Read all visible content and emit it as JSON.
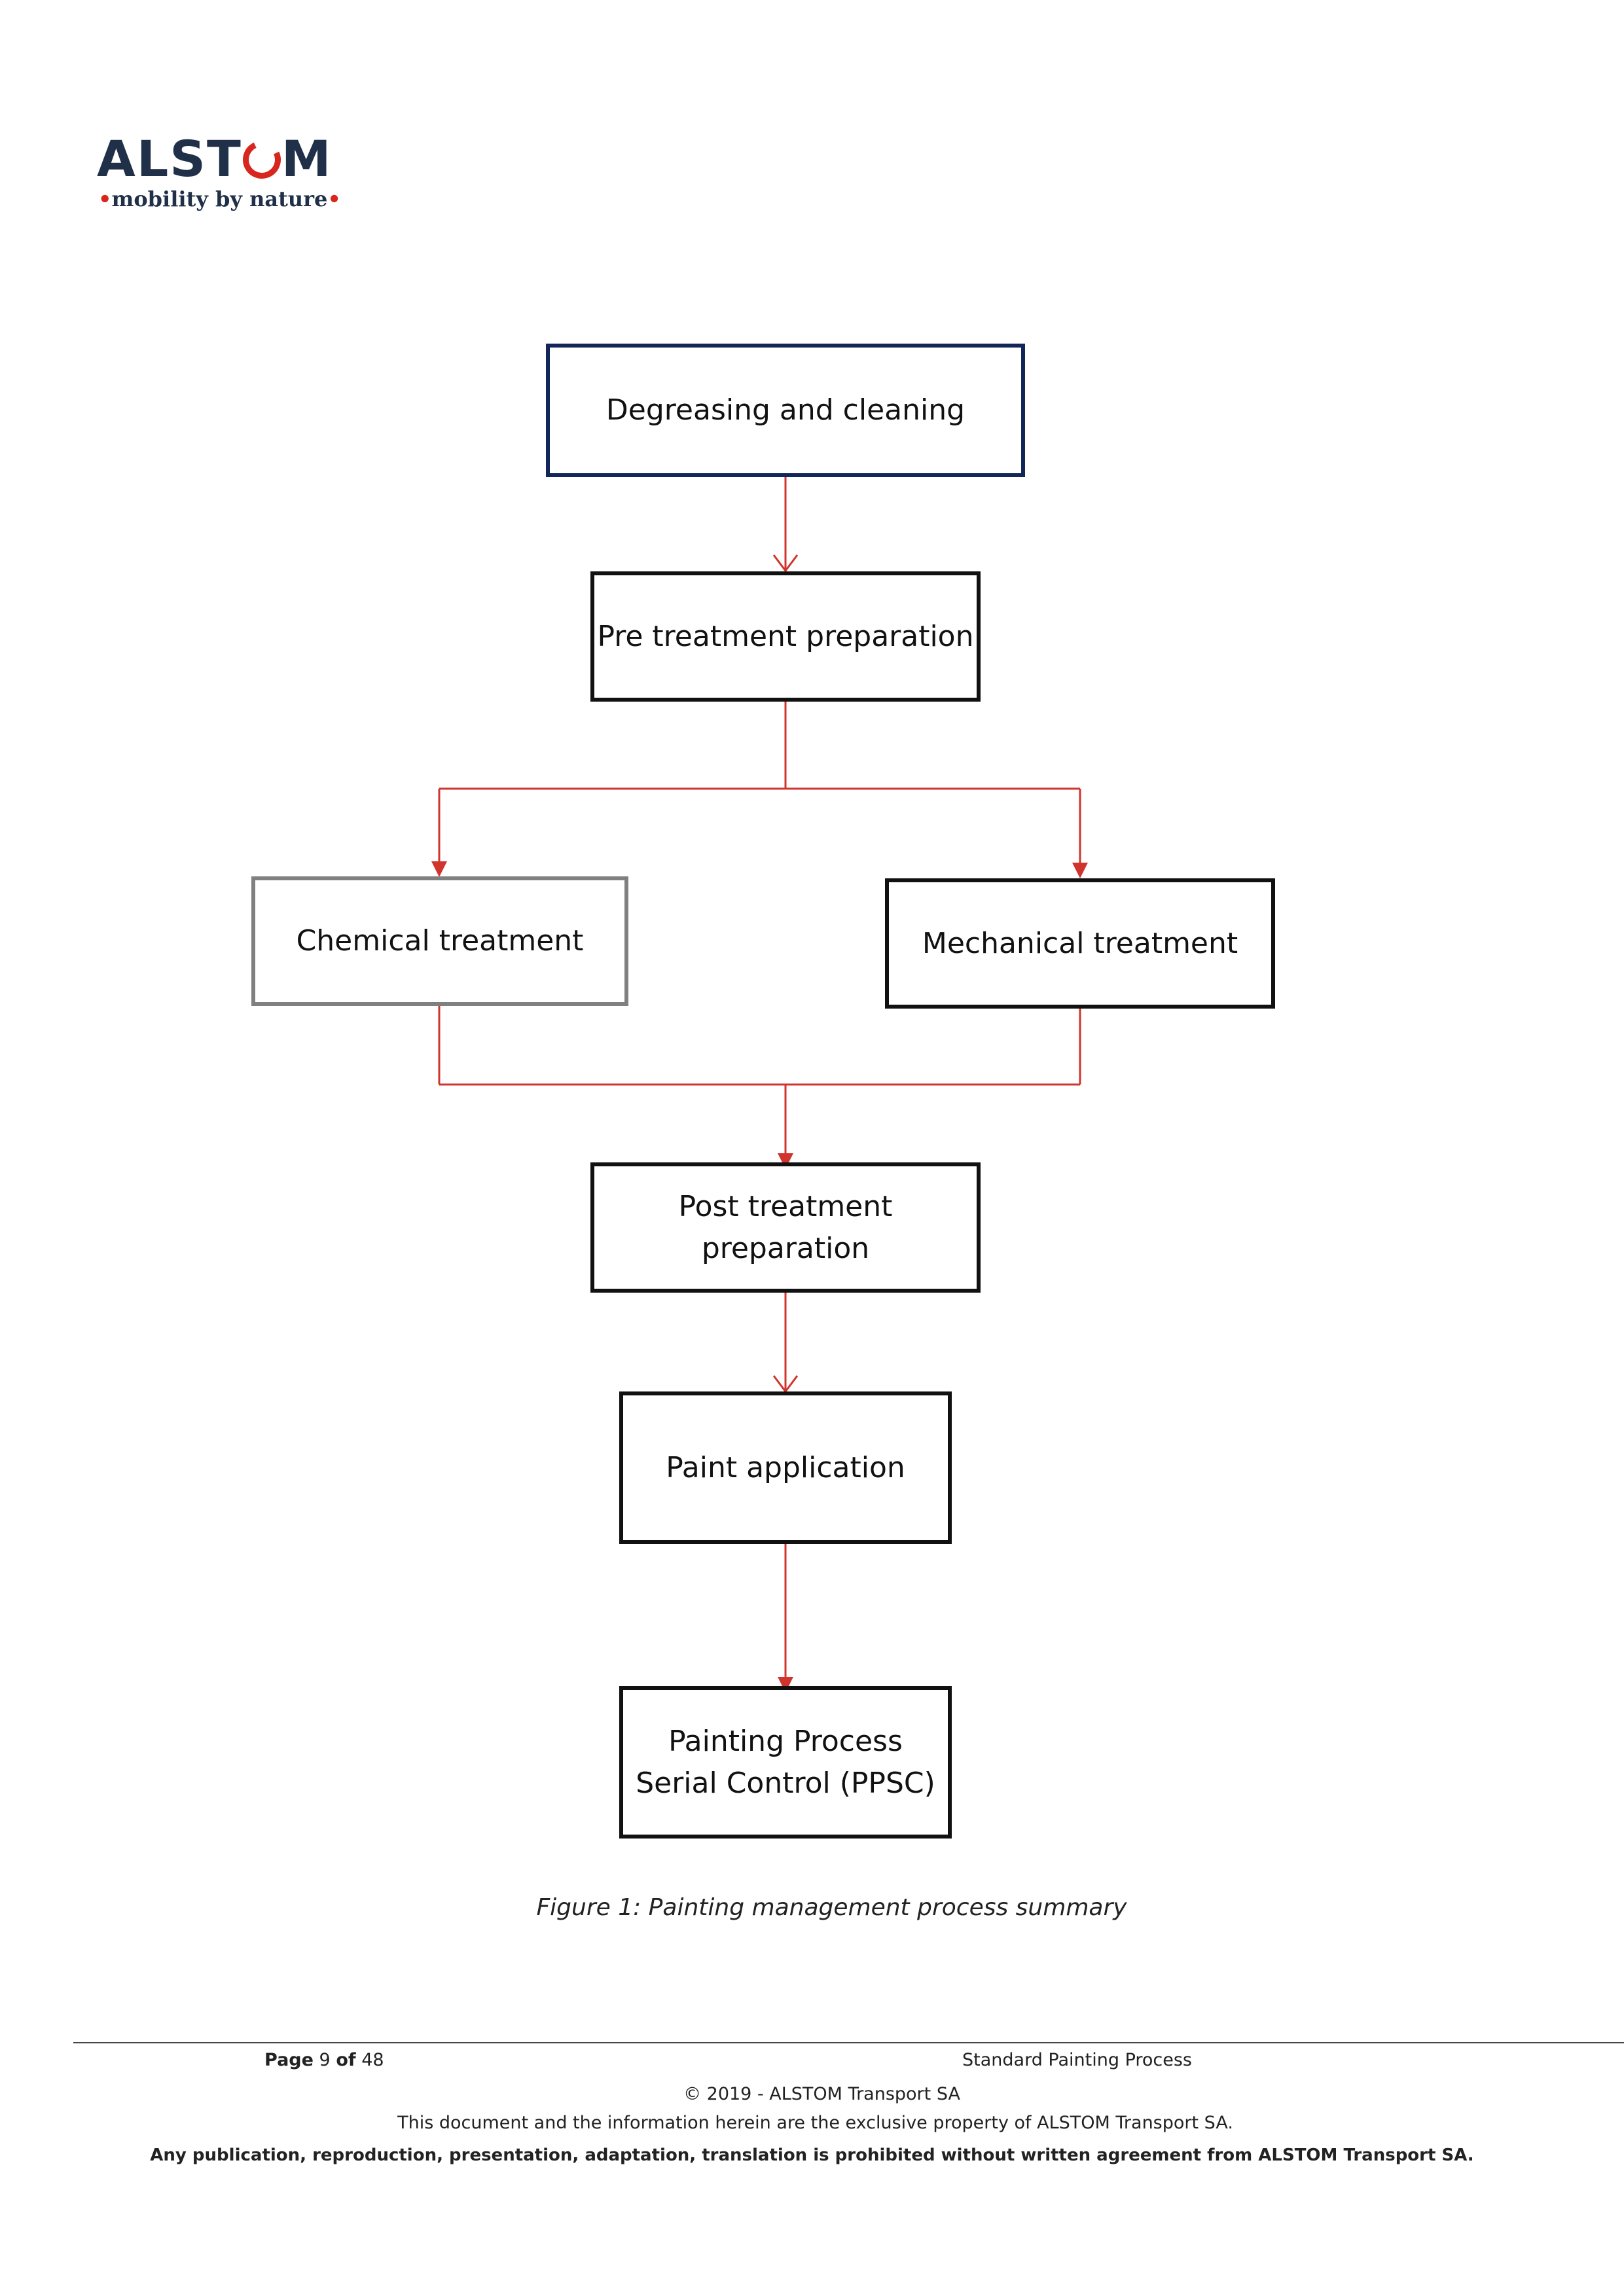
{
  "logo": {
    "brand_pre": "ALST",
    "brand_post": "M",
    "tagline": "mobility by nature",
    "tagline_dot": "•",
    "brand_color": "#1f3048",
    "accent_color": "#d7261e"
  },
  "flowchart": {
    "boxes": {
      "degreasing": "Degreasing and cleaning",
      "pre_treatment": "Pre treatment preparation",
      "chemical": "Chemical treatment",
      "mechanical": "Mechanical treatment",
      "post_treatment": "Post treatment preparation",
      "paint": "Paint application",
      "ppsc": "Painting Process\nSerial Control (PPSC)"
    },
    "edges": [
      [
        "degreasing",
        "pre_treatment"
      ],
      [
        "pre_treatment",
        "chemical"
      ],
      [
        "pre_treatment",
        "mechanical"
      ],
      [
        "chemical",
        "post_treatment"
      ],
      [
        "mechanical",
        "post_treatment"
      ],
      [
        "post_treatment",
        "paint"
      ],
      [
        "paint",
        "ppsc"
      ]
    ],
    "connector_color": "#d0342c"
  },
  "caption": "Figure 1: Painting management process summary",
  "footer": {
    "page_label": "Page",
    "page_number": "9",
    "of_label": "of",
    "page_total": "48",
    "doc_title": "Standard Painting Process",
    "copyright": "© 2019 - ALSTOM Transport SA",
    "property_notice": "This document and the information herein are the exclusive property of ALSTOM Transport SA.",
    "legal_notice": "Any publication, reproduction, presentation, adaptation, translation is prohibited without written agreement from ALSTOM Transport SA."
  }
}
